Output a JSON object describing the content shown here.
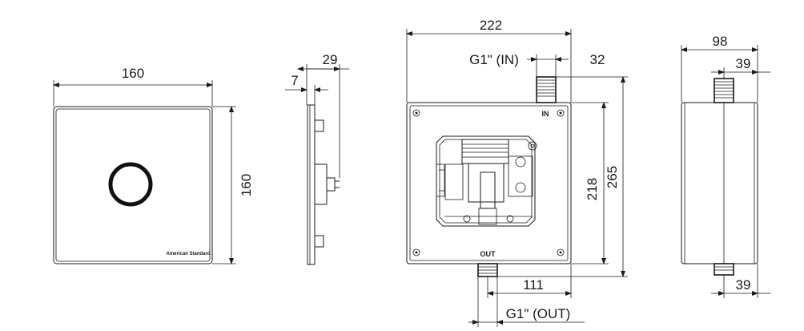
{
  "dimensions": {
    "front_width": "160",
    "front_height": "160",
    "side_offset": "29",
    "side_plate": "7",
    "box_width": "222",
    "inlet_thread": "G1\" (IN)",
    "inlet_offset": "32",
    "box_inner_height": "218",
    "box_outer_height": "265",
    "outlet_offset": "111",
    "outlet_thread": "G1\" (OUT)",
    "right_width": "98",
    "right_top_offset": "39",
    "right_bottom_offset": "39"
  },
  "labels": {
    "inlet_mark": "IN",
    "outlet_mark": "OUT",
    "brand": "American Standard"
  }
}
